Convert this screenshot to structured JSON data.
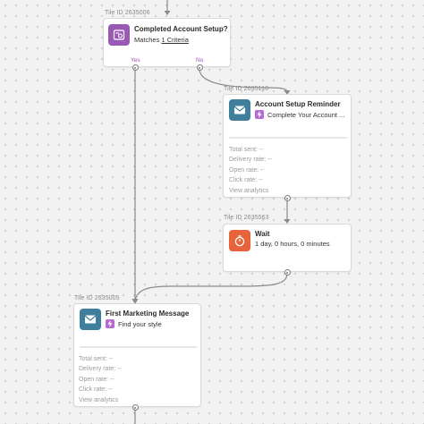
{
  "tiles": {
    "completed_setup": {
      "tile_id": "Tile ID 2635006",
      "title": "Completed Account Setup?",
      "criteria_prefix": "Matches ",
      "criteria_link": "1 Criteria",
      "yes_label": "Yes",
      "no_label": "No",
      "icon": "filter-condition-icon"
    },
    "setup_reminder": {
      "tile_id": "Tile ID 2635116",
      "title": "Account Setup Reminder",
      "subtitle": "Complete Your Account ...",
      "icon": "envelope-icon"
    },
    "wait": {
      "tile_id": "Tile ID 2635563",
      "title": "Wait",
      "subtitle": "1 day, 0 hours, 0 minutes",
      "icon": "stopwatch-icon"
    },
    "first_marketing": {
      "tile_id": "Tile ID 2635005",
      "title": "First Marketing Message",
      "subtitle": "Find your style",
      "icon": "envelope-icon"
    }
  },
  "stats": {
    "total_sent": "Total sent:  --",
    "delivery_rate": "Delivery rate:  --",
    "open_rate": "Open rate:  --",
    "click_rate": "Click rate:  --",
    "view_analytics": "View analytics"
  },
  "colors": {
    "condition": "#9b59b6",
    "email": "#3f7f9b",
    "wait": "#e8623a",
    "branch_label": "#a24cbd",
    "connector": "#8a8a8a"
  }
}
